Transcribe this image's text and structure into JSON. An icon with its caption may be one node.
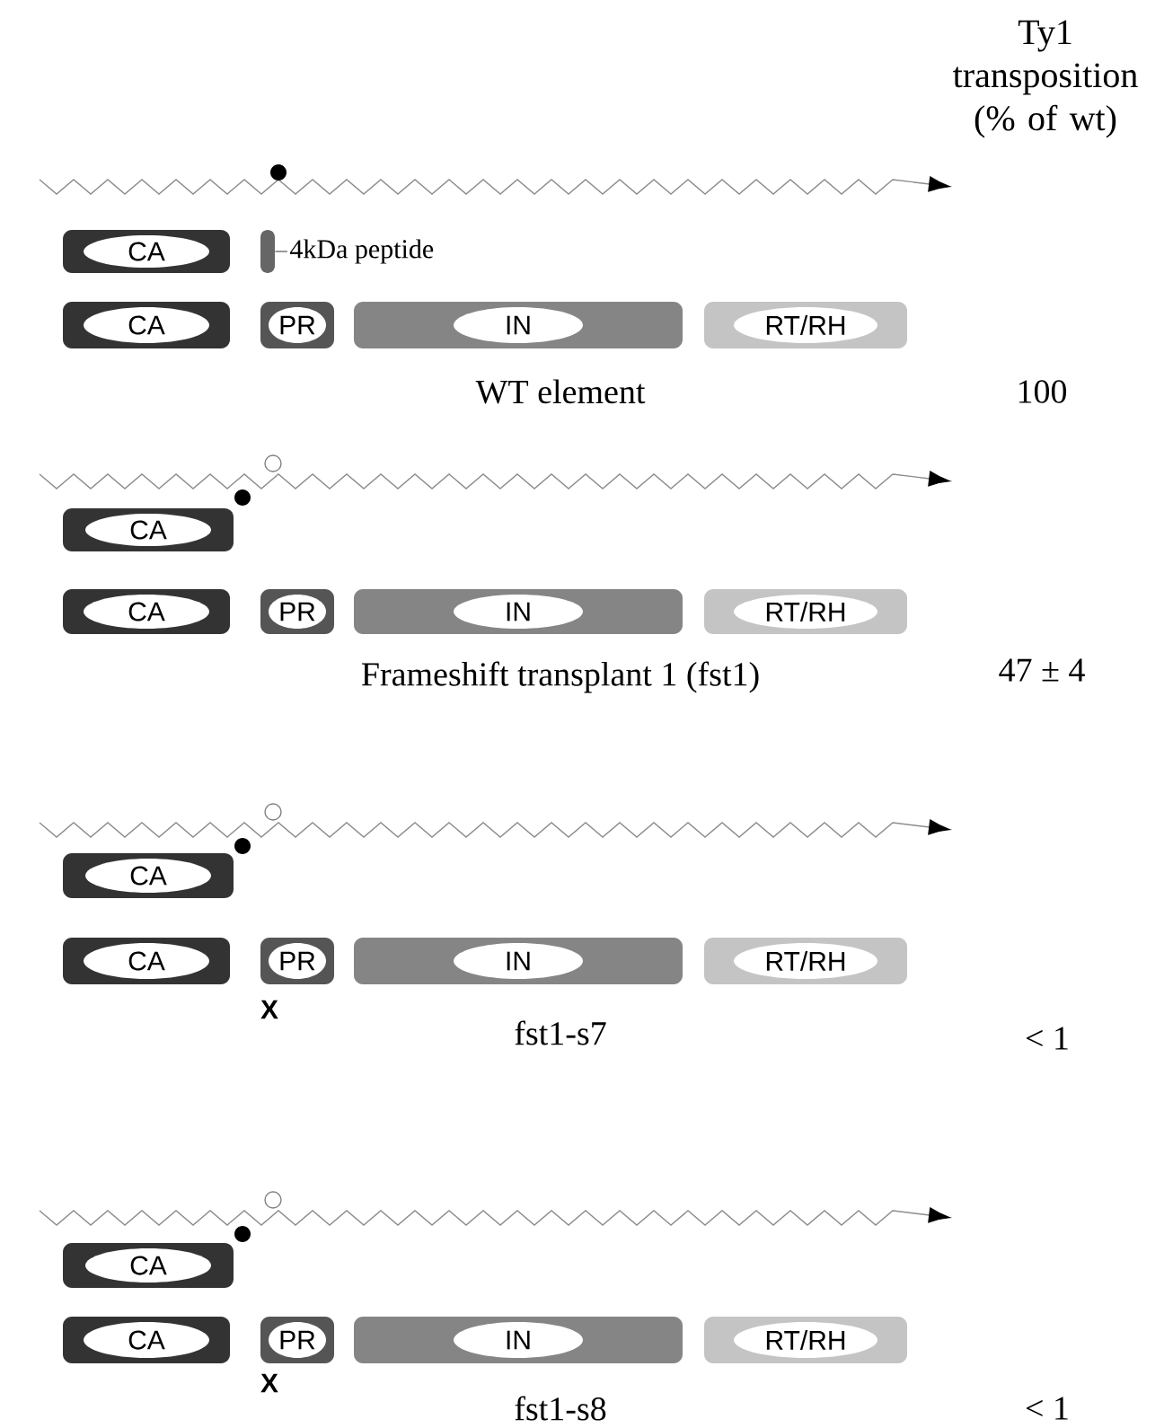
{
  "diagram": {
    "nodes": [
      {
        "text": [
          "CA"
        ]
      },
      {
        "text": [],
        "shape": "bar"
      },
      {
        "text": [
          "4kDa peptide"
        ]
      },
      {
        "text": [
          "CA"
        ]
      },
      {
        "text": [
          "PR"
        ]
      },
      {
        "text": [
          "IN"
        ]
      },
      {
        "text": [
          "RT/RH"
        ]
      },
      {
        "text": [
          "CA"
        ]
      },
      {
        "text": [
          "CA"
        ]
      },
      {
        "text": [
          "PR"
        ]
      },
      {
        "text": [
          "IN"
        ]
      },
      {
        "text": [
          "RT/RH"
        ]
      },
      {
        "text": [
          "CA"
        ]
      },
      {
        "text": [
          "CA"
        ]
      },
      {
        "text": [
          "PR"
        ]
      },
      {
        "text": [
          "IN"
        ]
      },
      {
        "text": [
          "RT/RH"
        ]
      },
      {
        "text": [
          "CA"
        ]
      },
      {
        "text": [
          "CA"
        ]
      },
      {
        "text": [
          "PR"
        ]
      },
      {
        "text": [
          "IN"
        ]
      },
      {
        "text": [
          "RT/RH"
        ]
      }
    ],
    "edges": [
      {
        "from": 2,
        "to": 1,
        "arrow": "none"
      }
    ],
    "labels": [
      "Ty1 transposition (% of wt)",
      "WT element",
      "100",
      "Frameshift transplant 1 (fst1)",
      "47 ± 4",
      "X",
      "fst1-s7",
      "< 1",
      "X",
      "fst1-s8",
      "< 1"
    ]
  }
}
